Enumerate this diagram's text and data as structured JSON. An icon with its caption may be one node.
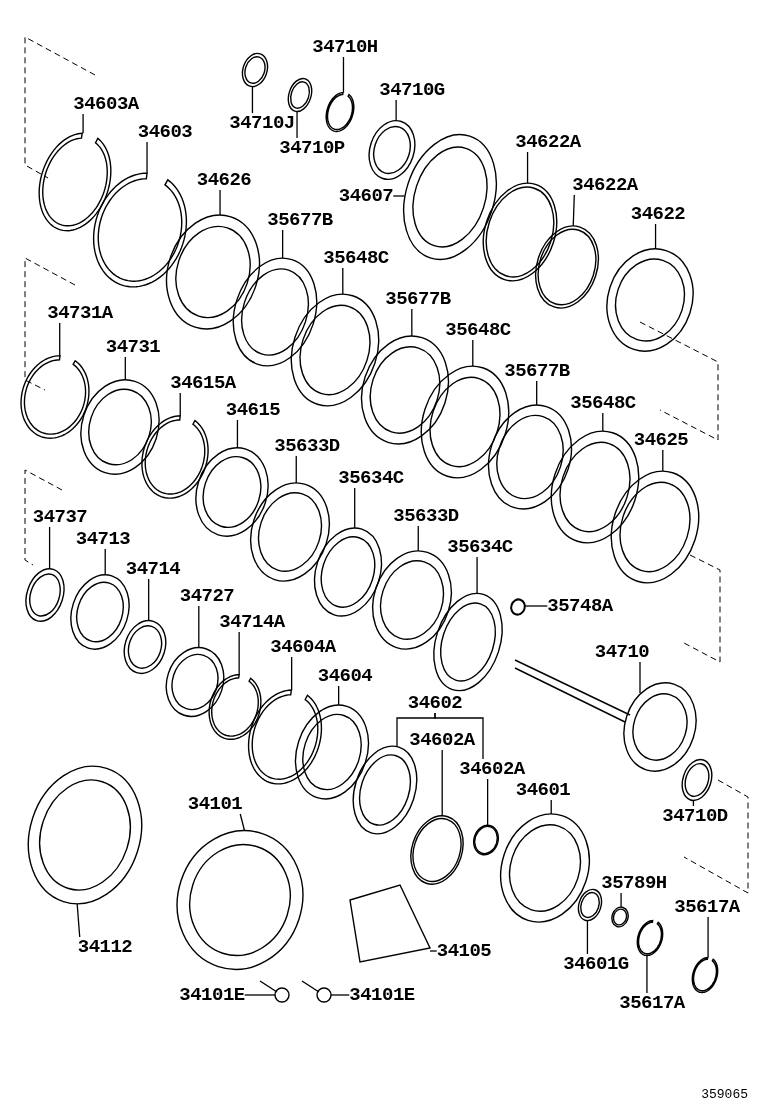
{
  "diagram": {
    "nodes": [
      {
        "text": [
          "34710H"
        ]
      },
      {
        "text": [
          "34710J"
        ]
      },
      {
        "text": [
          "34710G"
        ]
      },
      {
        "text": [
          "34710P"
        ]
      },
      {
        "text": [
          "34603A"
        ]
      },
      {
        "text": [
          "34603"
        ]
      },
      {
        "text": [
          "34626"
        ]
      },
      {
        "text": [
          "34607"
        ]
      },
      {
        "text": [
          "34622A"
        ]
      },
      {
        "text": [
          "34622A"
        ]
      },
      {
        "text": [
          "34622"
        ]
      },
      {
        "text": [
          "35677B"
        ]
      },
      {
        "text": [
          "35648C"
        ]
      },
      {
        "text": [
          "35677B"
        ]
      },
      {
        "text": [
          "35648C"
        ]
      },
      {
        "text": [
          "35677B"
        ]
      },
      {
        "text": [
          "35648C"
        ]
      },
      {
        "text": [
          "34625"
        ]
      },
      {
        "text": [
          "34731A"
        ]
      },
      {
        "text": [
          "34731"
        ]
      },
      {
        "text": [
          "34615A"
        ]
      },
      {
        "text": [
          "34615"
        ]
      },
      {
        "text": [
          "35633D"
        ]
      },
      {
        "text": [
          "35634C"
        ]
      },
      {
        "text": [
          "35633D"
        ]
      },
      {
        "text": [
          "35634C"
        ]
      },
      {
        "text": [
          "35748A"
        ]
      },
      {
        "text": [
          "34737"
        ]
      },
      {
        "text": [
          "34713"
        ]
      },
      {
        "text": [
          "34714"
        ]
      },
      {
        "text": [
          "34727"
        ]
      },
      {
        "text": [
          "34714A"
        ]
      },
      {
        "text": [
          "34604A"
        ]
      },
      {
        "text": [
          "34604"
        ]
      },
      {
        "text": [
          "34602"
        ]
      },
      {
        "text": [
          "34602A"
        ]
      },
      {
        "text": [
          "34602A"
        ]
      },
      {
        "text": [
          "34601"
        ]
      },
      {
        "text": [
          "34710"
        ]
      },
      {
        "text": [
          "34710D"
        ]
      },
      {
        "text": [
          "34101"
        ]
      },
      {
        "text": [
          "34112"
        ]
      },
      {
        "text": [
          "34105"
        ]
      },
      {
        "text": [
          "34101E"
        ]
      },
      {
        "text": [
          "34101E"
        ]
      },
      {
        "text": [
          "35789H"
        ]
      },
      {
        "text": [
          "34601G"
        ]
      },
      {
        "text": [
          "35617A"
        ]
      },
      {
        "text": [
          "35617A"
        ]
      },
      {
        "text": [],
        "shape": "picture"
      },
      {
        "text": [],
        "shape": "picture"
      },
      {
        "text": [],
        "shape": "picture"
      },
      {
        "text": [],
        "shape": "picture"
      },
      {
        "text": [],
        "shape": "picture"
      },
      {
        "text": [],
        "shape": "picture"
      },
      {
        "text": [],
        "shape": "picture"
      },
      {
        "text": [],
        "shape": "picture"
      },
      {
        "text": [],
        "shape": "picture"
      },
      {
        "text": [],
        "shape": "picture"
      },
      {
        "text": [],
        "shape": "picture"
      },
      {
        "text": [],
        "shape": "picture"
      },
      {
        "text": [],
        "shape": "picture"
      },
      {
        "text": [],
        "shape": "picture"
      },
      {
        "text": [],
        "shape": "picture"
      },
      {
        "text": [],
        "shape": "picture"
      },
      {
        "text": [],
        "shape": "picture"
      },
      {
        "text": [],
        "shape": "picture"
      },
      {
        "text": [],
        "shape": "picture"
      },
      {
        "text": [],
        "shape": "picture"
      },
      {
        "text": [],
        "shape": "picture"
      },
      {
        "text": [],
        "shape": "picture"
      },
      {
        "text": [],
        "shape": "picture"
      },
      {
        "text": [],
        "shape": "picture"
      },
      {
        "text": [],
        "shape": "picture"
      },
      {
        "text": [],
        "shape": "picture"
      },
      {
        "text": [],
        "shape": "picture"
      },
      {
        "text": [],
        "shape": "picture"
      },
      {
        "text": [],
        "shape": "picture"
      },
      {
        "text": [],
        "shape": "picture"
      },
      {
        "text": [],
        "shape": "picture"
      },
      {
        "text": [],
        "shape": "picture"
      },
      {
        "text": [],
        "shape": "picture"
      },
      {
        "text": [],
        "shape": "picture"
      },
      {
        "text": [],
        "shape": "picture"
      },
      {
        "text": [],
        "shape": "picture"
      },
      {
        "text": [],
        "shape": "picture"
      },
      {
        "text": [],
        "shape": "picture"
      },
      {
        "text": [],
        "shape": "picture"
      },
      {
        "text": [],
        "shape": "picture"
      },
      {
        "text": [],
        "shape": "picture"
      },
      {
        "text": [],
        "shape": "picture"
      },
      {
        "text": [],
        "shape": "picture"
      },
      {
        "text": [],
        "shape": "picture"
      },
      {
        "text": [],
        "shape": "picture"
      },
      {
        "text": [],
        "shape": "picture"
      },
      {
        "text": [],
        "shape": "picture"
      },
      {
        "text": [],
        "shape": "picture"
      },
      {
        "text": [],
        "shape": "picture"
      }
    ],
    "edges": [
      {
        "from": 0,
        "to": 49,
        "arrow": "none"
      },
      {
        "from": 1,
        "to": 50,
        "arrow": "none"
      },
      {
        "from": 2,
        "to": 51,
        "arrow": "none"
      },
      {
        "from": 3,
        "to": 52,
        "arrow": "none"
      },
      {
        "from": 4,
        "to": 53,
        "arrow": "none"
      },
      {
        "from": 5,
        "to": 54,
        "arrow": "none"
      },
      {
        "from": 6,
        "to": 55,
        "arrow": "none"
      },
      {
        "from": 7,
        "to": 56,
        "arrow": "none"
      },
      {
        "from": 8,
        "to": 57,
        "arrow": "none"
      },
      {
        "from": 9,
        "to": 58,
        "arrow": "none"
      },
      {
        "from": 10,
        "to": 59,
        "arrow": "none"
      },
      {
        "from": 11,
        "to": 60,
        "arrow": "none"
      },
      {
        "from": 12,
        "to": 61,
        "arrow": "none"
      },
      {
        "from": 13,
        "to": 62,
        "arrow": "none"
      },
      {
        "from": 14,
        "to": 63,
        "arrow": "none"
      },
      {
        "from": 15,
        "to": 64,
        "arrow": "none"
      },
      {
        "from": 16,
        "to": 65,
        "arrow": "none"
      },
      {
        "from": 17,
        "to": 66,
        "arrow": "none"
      },
      {
        "from": 18,
        "to": 67,
        "arrow": "none"
      },
      {
        "from": 19,
        "to": 68,
        "arrow": "none"
      },
      {
        "from": 20,
        "to": 69,
        "arrow": "none"
      },
      {
        "from": 21,
        "to": 70,
        "arrow": "none"
      },
      {
        "from": 22,
        "to": 71,
        "arrow": "none"
      },
      {
        "from": 23,
        "to": 72,
        "arrow": "none"
      },
      {
        "from": 24,
        "to": 73,
        "arrow": "none"
      },
      {
        "from": 25,
        "to": 74,
        "arrow": "none"
      },
      {
        "from": 26,
        "to": 75,
        "arrow": "none"
      },
      {
        "from": 27,
        "to": 76,
        "arrow": "none"
      },
      {
        "from": 28,
        "to": 77,
        "arrow": "none"
      },
      {
        "from": 29,
        "to": 78,
        "arrow": "none"
      },
      {
        "from": 30,
        "to": 79,
        "arrow": "none"
      },
      {
        "from": 31,
        "to": 80,
        "arrow": "none"
      },
      {
        "from": 32,
        "to": 81,
        "arrow": "none"
      },
      {
        "from": 33,
        "to": 82,
        "arrow": "none"
      },
      {
        "from": 34,
        "to": 83,
        "arrow": "none"
      },
      {
        "from": 34,
        "to": 36,
        "arrow": "none"
      },
      {
        "from": 35,
        "to": 84,
        "arrow": "none"
      },
      {
        "from": 36,
        "to": 85,
        "arrow": "none"
      },
      {
        "from": 37,
        "to": 86,
        "arrow": "none"
      },
      {
        "from": 38,
        "to": 87,
        "arrow": "none"
      },
      {
        "from": 39,
        "to": 88,
        "arrow": "none"
      },
      {
        "from": 40,
        "to": 89,
        "arrow": "none"
      },
      {
        "from": 41,
        "to": 90,
        "arrow": "none"
      },
      {
        "from": 42,
        "to": 91,
        "arrow": "none"
      },
      {
        "from": 43,
        "to": 92,
        "arrow": "none"
      },
      {
        "from": 44,
        "to": 93,
        "arrow": "none"
      },
      {
        "from": 45,
        "to": 94,
        "arrow": "none"
      },
      {
        "from": 46,
        "to": 95,
        "arrow": "none"
      },
      {
        "from": 47,
        "to": 96,
        "arrow": "none"
      },
      {
        "from": 48,
        "to": 97,
        "arrow": "none"
      }
    ],
    "labels": [
      "359065"
    ]
  }
}
